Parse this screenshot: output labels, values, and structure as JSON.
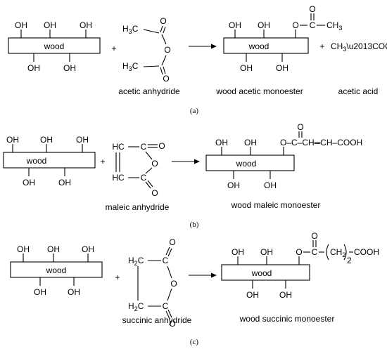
{
  "common": {
    "oh": "OH",
    "wood": "wood",
    "plus": "+",
    "o": "O"
  },
  "panel_a": {
    "label": "(a)",
    "anhydride_ch3_top": "H",
    "anhydride_h3c": "H",
    "anhydride_name": "acetic anhydride",
    "product_name": "wood acetic monoester",
    "acid_formula": "CH",
    "acid_formula_tail": "COOH",
    "acid_name": "acetic acid"
  },
  "panel_b": {
    "label": "(b)",
    "hc": "HC",
    "anhydride_name": "maleic anhydride",
    "ester_chain": "O–C–CH═CH–COOH",
    "product_name": "wood maleic monoester"
  },
  "panel_c": {
    "label": "(c)",
    "h2c": "H",
    "anhydride_name": "succinic anhydride",
    "ester_tail": "COOH",
    "subscript_2": "2",
    "product_name": "wood succinic monoester"
  }
}
